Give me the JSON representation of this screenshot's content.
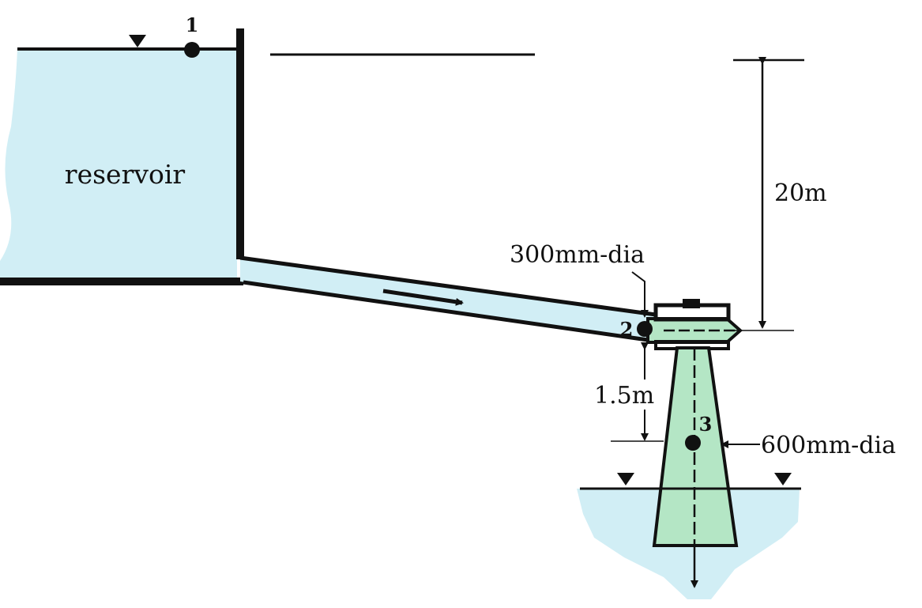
{
  "labels": {
    "reservoir": "reservoir",
    "point1": "1",
    "point2": "2",
    "point3": "3",
    "pipe_diameter": "300mm-dia",
    "outlet_diameter": "600mm-dia",
    "head": "20m",
    "drop": "1.5m"
  },
  "colors": {
    "water": "#d1eef5",
    "turbine": "#b4e6c5",
    "line": "#111111"
  },
  "icons": {
    "surface_marker": "down-triangle",
    "flow_direction": "right-arrow"
  }
}
